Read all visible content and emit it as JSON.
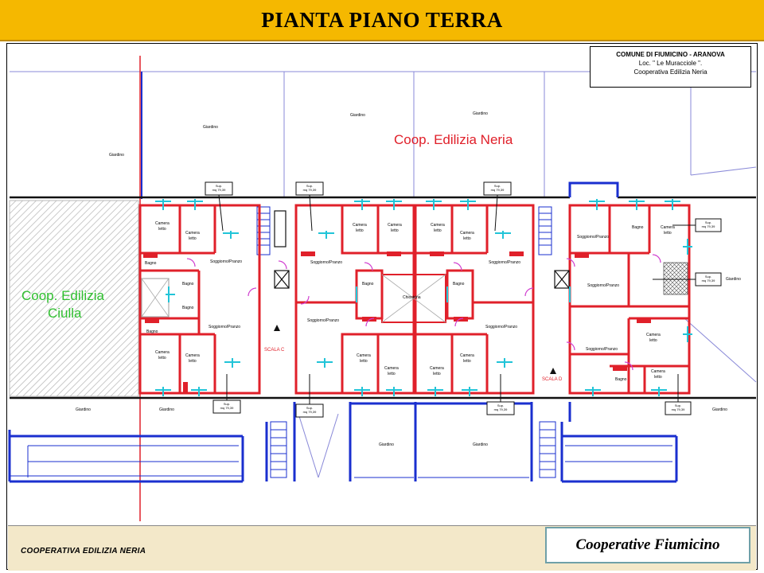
{
  "title": "PIANTA PIANO TERRA",
  "info_box": {
    "line1": "COMUNE DI FIUMICINO - ARANOVA",
    "line2": "Loc. \" Le Muracciole \".",
    "line3": "Cooperativa Edilizia Neria"
  },
  "labels": {
    "coop_neria": "Coop. Edilizia Neria",
    "coop_ciulla_1": "Coop. Edilizia",
    "coop_ciulla_2": "Ciulla",
    "giardino": "Giardino",
    "camera_letto_1": "Camera",
    "camera_letto_2": "letto",
    "bagno": "Bagno",
    "soggiorno": "Soggiorno/Pranzo",
    "scala_c": "SCALA C",
    "scala_d": "SCALA D",
    "chiostrina": "Chiostrina",
    "area_1": "Sup.",
    "area_2": "mq 79,39"
  },
  "footer": {
    "left": "COOPERATIVA EDILIZIA  NERIA",
    "right": "Cooperative Fiumicino"
  },
  "colors": {
    "title_bg": "#f5b800",
    "walls": "#e0202a",
    "outline": "#1a2fcf",
    "fixtures": "#21c4d8",
    "hatch": "#b0b0b0",
    "green_text": "#2fbf2f",
    "red_text": "#e0202a",
    "footer_bg": "#f3e8c9"
  }
}
